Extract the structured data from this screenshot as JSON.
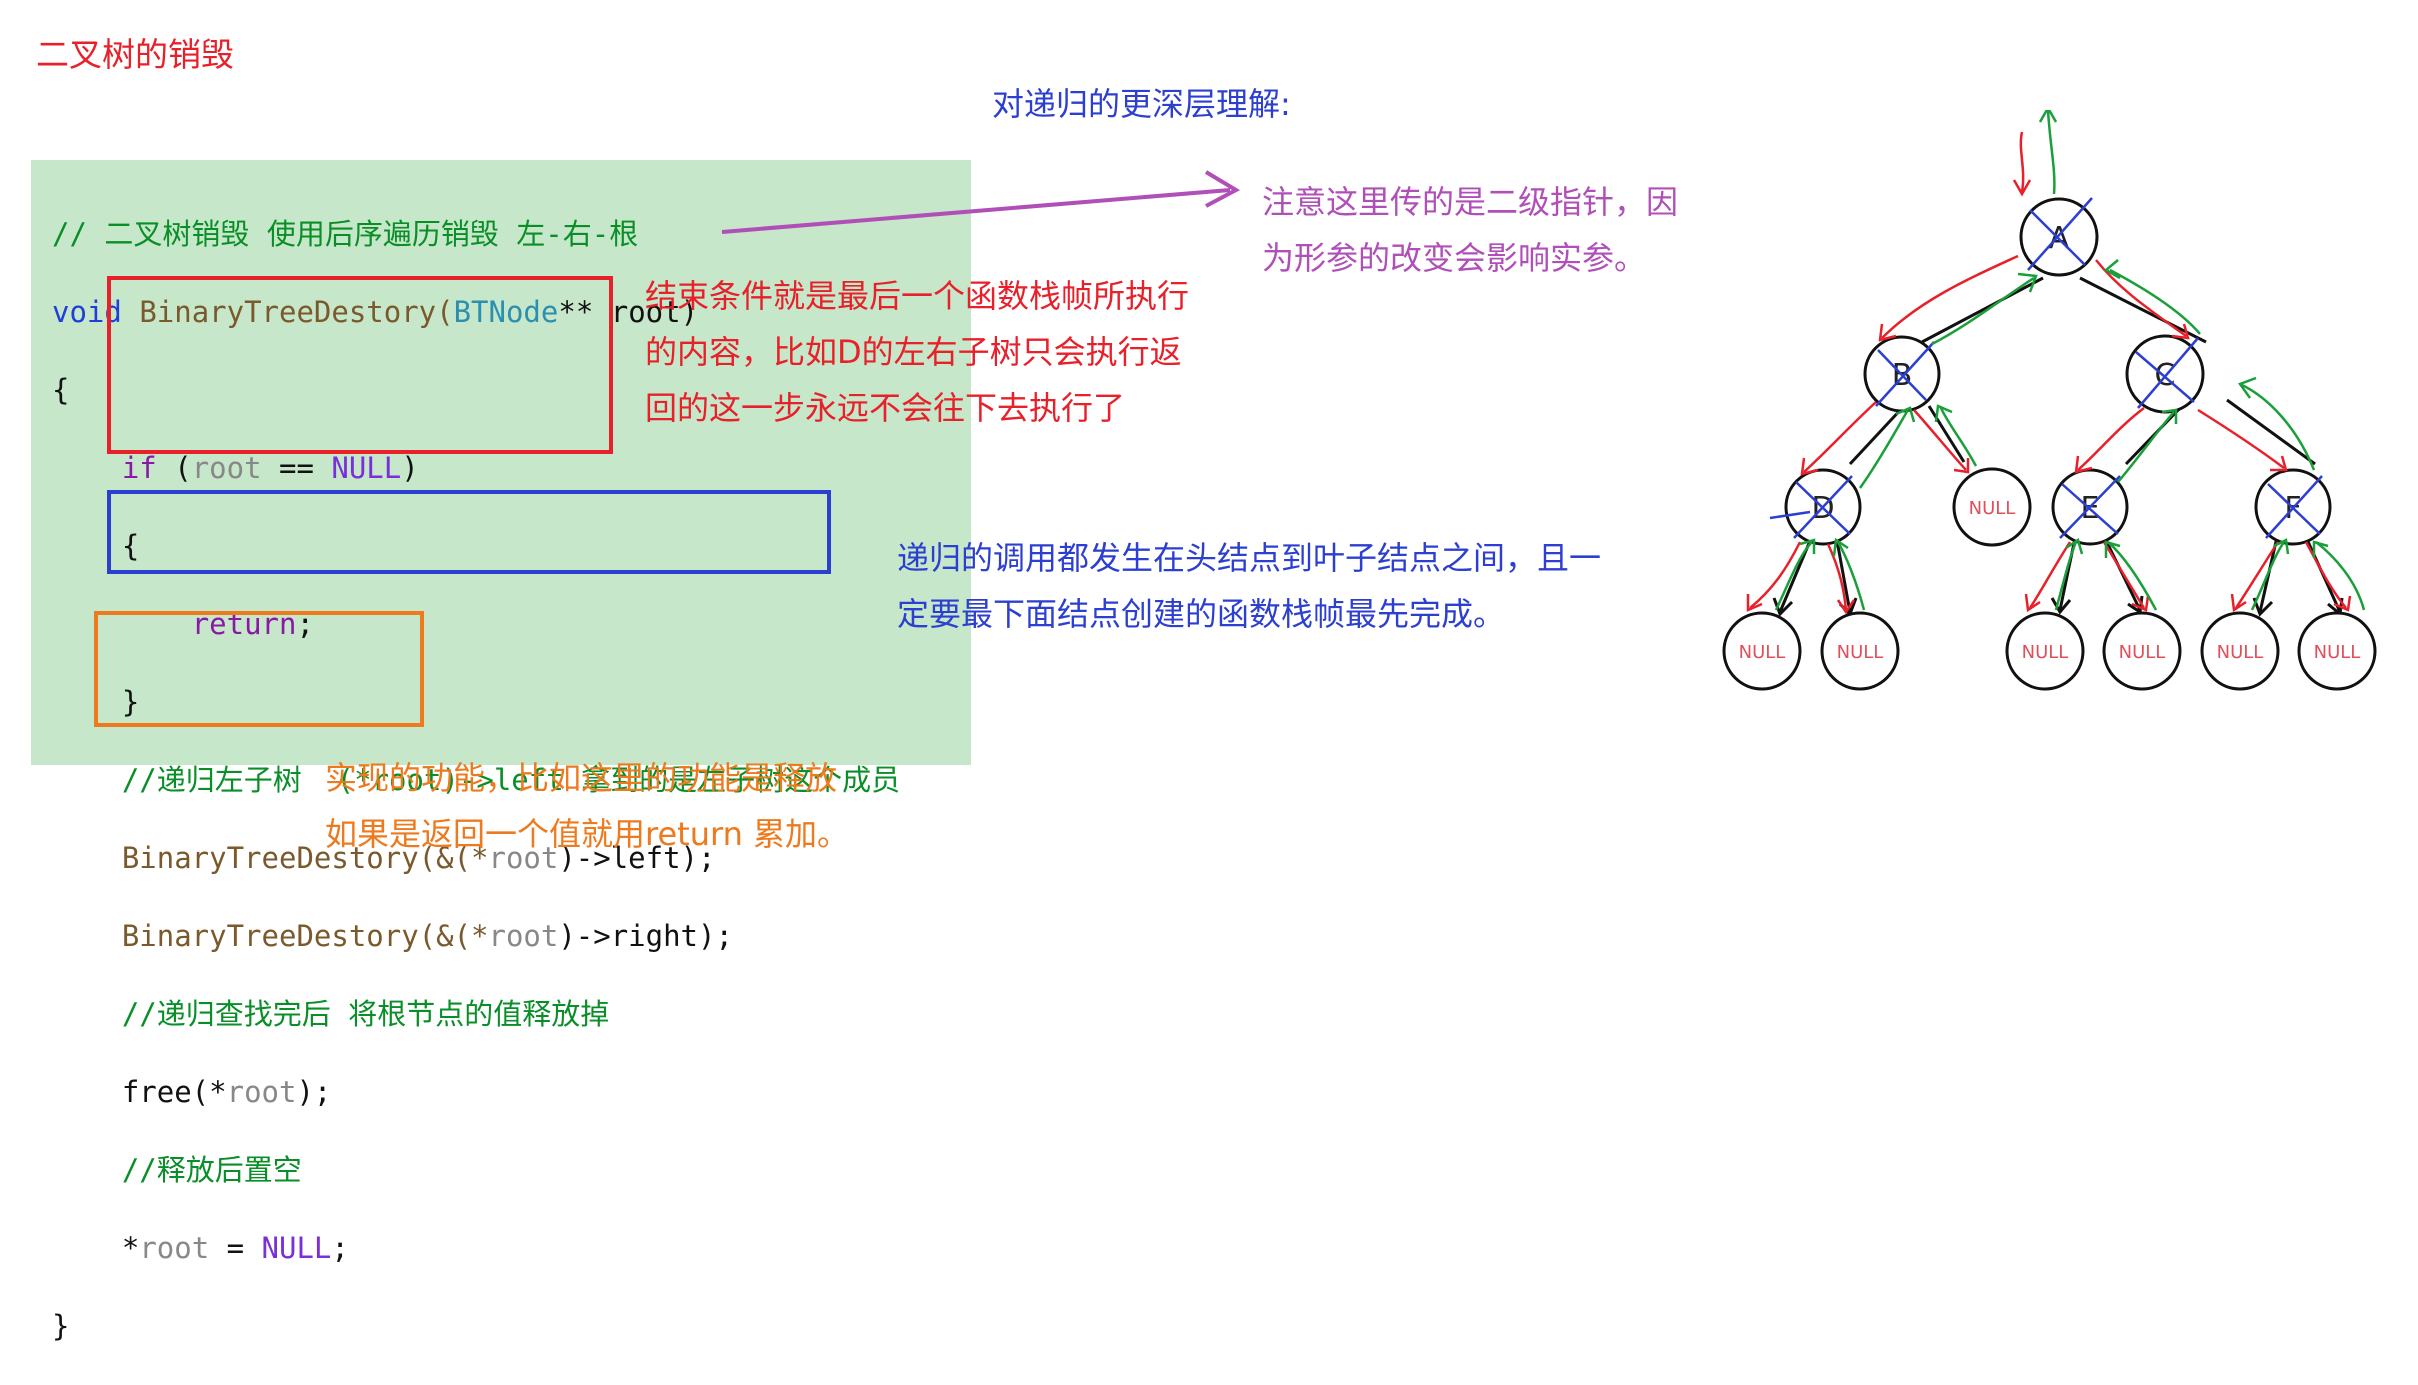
{
  "title": "二叉树的销毁",
  "code": {
    "comment_header": "// 二叉树销毁 使用后序遍历销毁 左-右-根",
    "sig_void": "void",
    "sig_fn": "BinaryTreeDestory(",
    "sig_type": "BTNode",
    "sig_rest": "** root)",
    "brace_open": "{",
    "if_kw": "if",
    "if_open": " (",
    "if_var": "root",
    "if_eq": " == ",
    "if_null": "NULL",
    "if_close": ")",
    "inner_open": "{",
    "return_kw": "return",
    "return_semi": ";",
    "inner_close": "}",
    "comment_recur": "//递归左子树  (*root)->left 拿到的是左子树这个成员",
    "call_left_a": "BinaryTreeDestory(&(*",
    "call_left_b": "root",
    "call_left_c": ")->left);",
    "call_right_a": "BinaryTreeDestory(&(*",
    "call_right_b": "root",
    "call_right_c": ")->right);",
    "comment_free": "//递归查找完后 将根节点的值释放掉",
    "free_a": "free(*",
    "free_b": "root",
    "free_c": ");",
    "comment_null": "//释放后置空",
    "set_a": "*",
    "set_b": "root",
    "set_c": " = ",
    "set_null": "NULL",
    "set_d": ";",
    "brace_close": "}"
  },
  "notes": {
    "deeper_title": "对递归的更深层理解:",
    "pointer_note_1": "注意这里传的是二级指针，因",
    "pointer_note_2": "为形参的改变会影响实参。",
    "end_note_1": "结束条件就是最后一个函数栈帧所执行",
    "end_note_2": "的内容，比如D的左右子树只会执行返",
    "end_note_3": "回的这一步永远不会往下去执行了",
    "call_note_1": "递归的调用都发生在头结点到叶子结点之间，且一",
    "call_note_2": "定要最下面结点创建的函数栈帧最先完成。",
    "func_note_1": "实现的功能，比如这里的功能是释放",
    "func_note_2": "如果是返回一个值就用return 累加。"
  },
  "tree": {
    "nodes": [
      "A",
      "B",
      "C",
      "D",
      "E",
      "F"
    ],
    "null_label": "NULL"
  },
  "colors": {
    "red": "#e8202a",
    "blue": "#2c3fd0",
    "orange": "#ee7a1e",
    "purple": "#b04fb8",
    "green": "#1a9f3a",
    "code_bg": "#c6e7c9"
  }
}
